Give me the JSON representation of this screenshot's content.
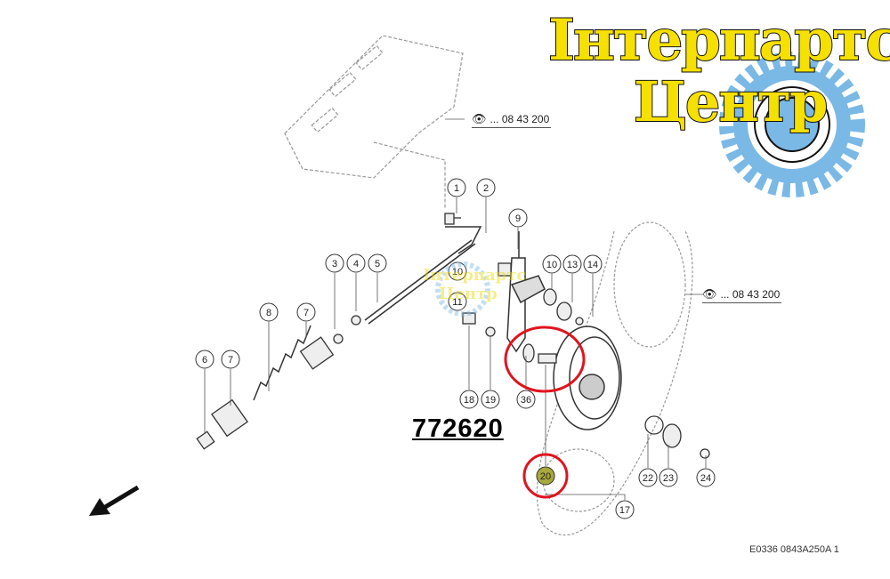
{
  "logo": {
    "line1": "Інтерпартс",
    "line2": "Центр"
  },
  "watermark": {
    "line1": "Інтерпартс",
    "line2": "Центр"
  },
  "reference_labels": [
    "... 08 43 200",
    "... 08 43 200"
  ],
  "part_number": "772620",
  "drawing_code": "E0336 0843A250A 1",
  "callouts": [
    "1",
    "2",
    "9",
    "3",
    "4",
    "5",
    "10",
    "10",
    "13",
    "14",
    "11",
    "8",
    "7",
    "6",
    "7",
    "18",
    "19",
    "36",
    "20",
    "22",
    "23",
    "24",
    "17"
  ],
  "highlighted_callout": "20",
  "colors": {
    "highlight_ring": "#e0141e",
    "highlight_fill": "#a9a83a",
    "logo_yellow": "#f5e000",
    "gear_blue": "#7ab8e6"
  }
}
